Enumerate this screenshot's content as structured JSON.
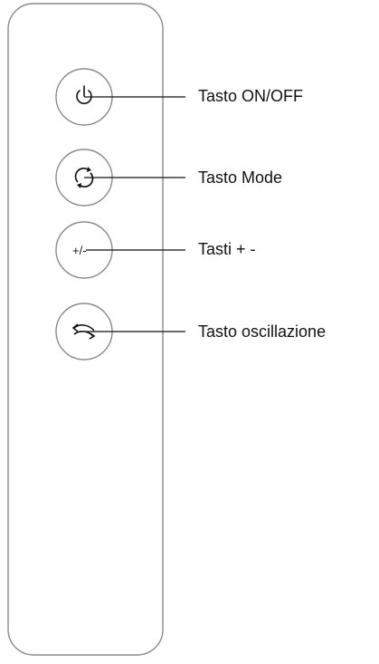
{
  "colors": {
    "outline": "#8a8a8a",
    "leader_line": "#111111",
    "text": "#111111",
    "background": "#ffffff"
  },
  "buttons": [
    {
      "icon": "power-icon",
      "label": "Tasto ON/OFF"
    },
    {
      "icon": "cycle-arrows-icon",
      "label": "Tasto Mode"
    },
    {
      "icon": "plus-minus-icon",
      "glyph": "+/-",
      "label": "Tasti + -"
    },
    {
      "icon": "oscillation-icon",
      "label": "Tasto oscillazione"
    }
  ]
}
